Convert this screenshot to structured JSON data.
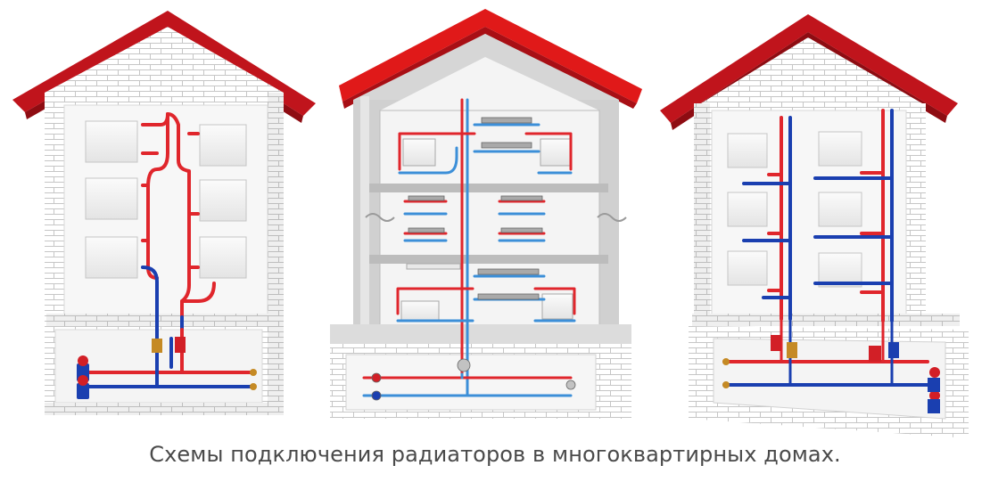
{
  "caption": "Схемы подключения радиаторов в многоквартирных домах.",
  "colors": {
    "roof": "#c0141c",
    "roof_dark": "#8e0c12",
    "roof_center": "#e01919",
    "brick_face": "#ffffff",
    "brick_line": "#c9c9c9",
    "brick_shade": "#ececec",
    "wall_inner": "#f7f7f7",
    "hot_pipe": "#e0262c",
    "cold_pipe": "#1a3fb0",
    "riser_blue": "#3c8fd8",
    "radiator": "#f3f3f3",
    "radiator_edge": "#c5c5c5",
    "center_wall": "#cfcfcf",
    "center_inner": "#f2f2f2",
    "caption_text": "#4a4a4a"
  },
  "houses": [
    {
      "name": "left-house",
      "scheme": "vertical-single-pipe-left"
    },
    {
      "name": "center-house",
      "scheme": "horizontal-collector"
    },
    {
      "name": "right-house",
      "scheme": "vertical-two-pipe-right"
    }
  ]
}
